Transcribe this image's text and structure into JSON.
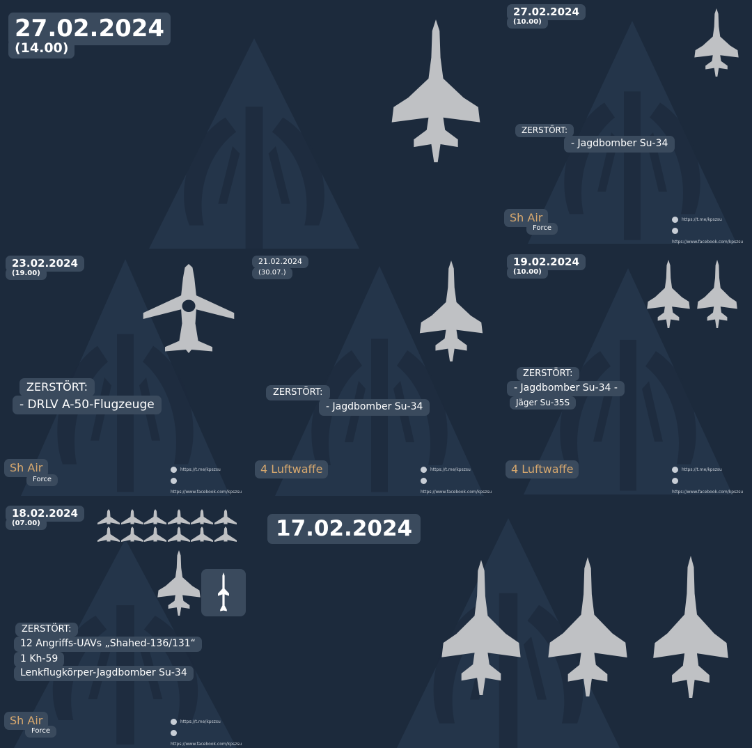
{
  "panels": [
    {
      "date": "27.02.2024",
      "time": "(14.00)"
    },
    {
      "date": "27.02.2024",
      "time": "(10.00)",
      "destroyed_label": "ZERSTÖRT:",
      "items": [
        "- Jagdbomber Su-34"
      ],
      "brand_top": "Sh Air",
      "brand_bottom": "Force",
      "link_tg": "https://t.me/kpszsu",
      "link_fb": "https://www.facebook.com/kpszsu"
    },
    {
      "date": "23.02.2024",
      "time": "(19.00)",
      "destroyed_label": "ZERSTÖRT:",
      "items": [
        "- DRLV A-50-Flugzeuge"
      ],
      "brand_top": "Sh Air",
      "brand_bottom": "Force",
      "link_tg": "https://t.me/kpszsu",
      "link_fb": "https://www.facebook.com/kpszsu"
    },
    {
      "date": "21.02.2024",
      "time": "(30.07.)",
      "destroyed_label": "ZERSTÖRT:",
      "items": [
        "- Jagdbomber Su-34"
      ],
      "brand_top": "4 Luftwaffe",
      "link_tg": "https://t.me/kpszsu",
      "link_fb": "https://www.facebook.com/kpszsu"
    },
    {
      "date": "19.02.2024",
      "time": "(10.00)",
      "destroyed_label": "ZERSTÖRT:",
      "items": [
        "- Jagdbomber Su-34 -",
        "Jäger Su-35S"
      ],
      "brand_top": "4 Luftwaffe",
      "link_tg": "https://t.me/kpszsu",
      "link_fb": "https://www.facebook.com/kpszsu"
    },
    {
      "date": "18.02.2024",
      "time": "(07.00)",
      "destroyed_label": "ZERSTÖRT:",
      "items": [
        "12 Angriffs-UAVs „Shahed-136/131“",
        "1 Kh-59",
        "Lenkflugkörper-Jagdbomber Su-34"
      ],
      "brand_top": "Sh Air",
      "brand_bottom": "Force",
      "link_tg": "https://t.me/kpszsu",
      "link_fb": "https://www.facebook.com/kpszsu"
    },
    {
      "date": "17.02.2024"
    }
  ],
  "icons": {
    "jet": "fighter-jet-icon",
    "awacs": "awacs-aircraft-icon",
    "drone": "shahed-drone-icon",
    "missile": "cruise-missile-icon",
    "telegram": "telegram-icon",
    "facebook": "facebook-icon"
  },
  "colors": {
    "background": "#1c2a3c",
    "pill": "#3a4a5d",
    "silhouette": "#bfc1c4",
    "brand": "#d7a86e"
  }
}
